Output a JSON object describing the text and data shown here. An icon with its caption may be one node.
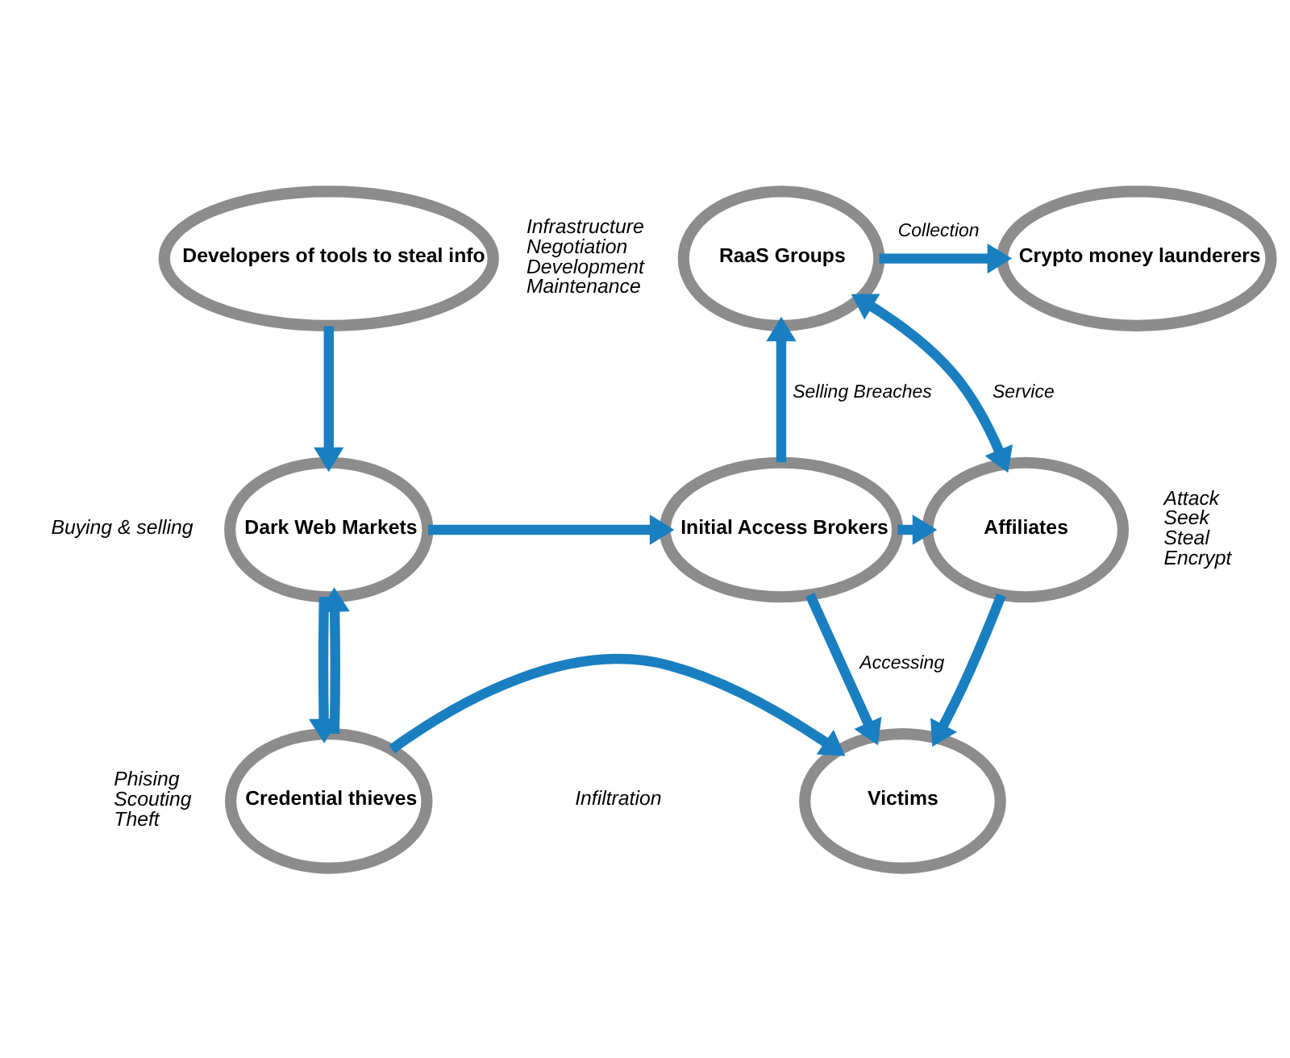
{
  "diagram": {
    "nodes": [
      {
        "text": [
          "Developers of tools to steal info"
        ]
      },
      {
        "text": [
          "RaaS Groups"
        ],
        "beside": [
          "Infrastructure",
          "Negotiation",
          "Development",
          "Maintenance"
        ]
      },
      {
        "text": [
          "Crypto money launderers"
        ]
      },
      {
        "text": [
          "Dark Web Markets"
        ],
        "beside": [
          "Buying & selling"
        ]
      },
      {
        "text": [
          "Initial Access Brokers"
        ]
      },
      {
        "text": [
          "Affiliates"
        ],
        "beside": [
          "Attack",
          "Seek",
          "Steal",
          "Encrypt"
        ]
      },
      {
        "text": [
          "Credential thieves"
        ],
        "beside": [
          "Phising",
          "Scouting",
          "Theft"
        ]
      },
      {
        "text": [
          "Victims"
        ]
      }
    ],
    "edges": [
      {
        "from": 0,
        "to": 3,
        "arrow": "to"
      },
      {
        "from": 1,
        "to": 2,
        "arrow": "to",
        "label": "Collection"
      },
      {
        "from": 4,
        "to": 1,
        "arrow": "to",
        "label": "Selling Breaches"
      },
      {
        "from": 1,
        "to": 5,
        "arrow": "both",
        "label": "Service"
      },
      {
        "from": 3,
        "to": 4,
        "arrow": "to"
      },
      {
        "from": 4,
        "to": 5,
        "arrow": "to"
      },
      {
        "from": 3,
        "to": 6,
        "arrow": "to"
      },
      {
        "from": 6,
        "to": 3,
        "arrow": "to"
      },
      {
        "from": 4,
        "to": 7,
        "arrow": "to",
        "label": "Accessing"
      },
      {
        "from": 5,
        "to": 7,
        "arrow": "to"
      },
      {
        "from": 6,
        "to": 7,
        "arrow": "to"
      }
    ],
    "labels": [
      "Infiltration"
    ]
  }
}
